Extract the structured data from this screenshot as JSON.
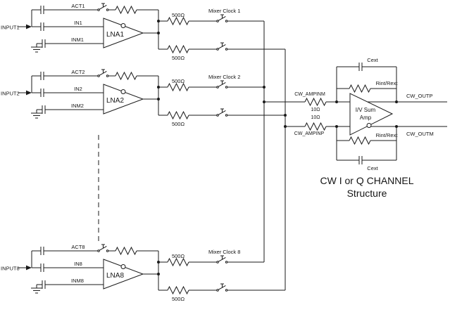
{
  "diagram": {
    "caption_line1": "CW I or Q CHANNEL",
    "caption_line2": "Structure"
  },
  "channels": [
    {
      "input": "INPUT1",
      "act": "ACT1",
      "in_label": "IN1",
      "inm": "INM1",
      "lna": "LNA1",
      "r_top": "500Ω",
      "r_bot": "500Ω",
      "mixer": "Mixer Clock 1"
    },
    {
      "input": "INPUT2",
      "act": "ACT2",
      "in_label": "IN2",
      "inm": "INM2",
      "lna": "LNA2",
      "r_top": "500Ω",
      "r_bot": "500Ω",
      "mixer": "Mixer Clock 2"
    },
    {
      "input": "INPUT8",
      "act": "ACT8",
      "in_label": "IN8",
      "inm": "INM8",
      "lna": "LNA8",
      "r_top": "500Ω",
      "r_bot": "500Ω",
      "mixer": "Mixer Clock 8"
    }
  ],
  "summing": {
    "ampinm": "CW_AMPINM",
    "ampinp": "CW_AMPINP",
    "r1": "10Ω",
    "r2": "10Ω",
    "amp_line1": "I/V Sum",
    "amp_line2": "Amp",
    "rint_top": "Rint/Rext",
    "rint_bot": "Rint/Rext",
    "cext_top": "Cext",
    "cext_bot": "Cext",
    "outp": "CW_OUTP",
    "outm": "CW_OUTM"
  },
  "colors": {
    "line": "#1a1a1a",
    "background": "#ffffff"
  }
}
